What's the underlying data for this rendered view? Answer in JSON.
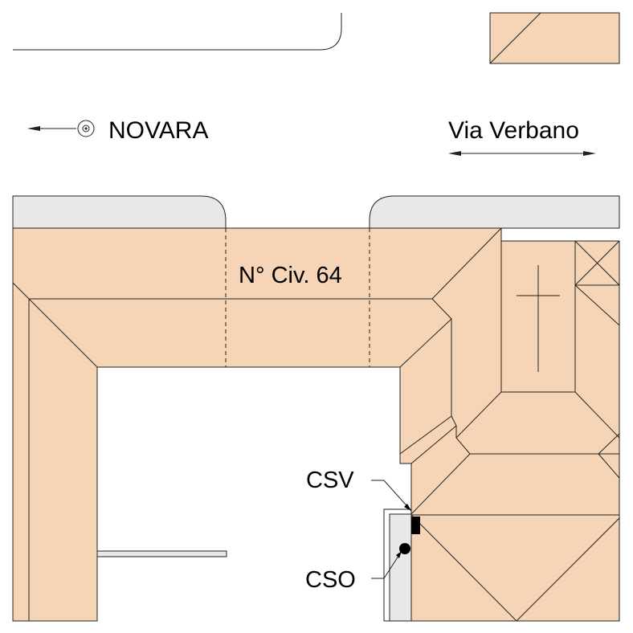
{
  "labels": {
    "direction_city": "NOVARA",
    "street": "Via Verbano",
    "civic_number": "N° Civ. 64",
    "valve_label": "CSV",
    "outlet_label": "CSO"
  },
  "colors": {
    "building_fill": "#f5d5b5",
    "sidewalk_fill": "#e8e8e8",
    "line": "#222222",
    "background": "#ffffff"
  },
  "icons": {
    "direction_arrow": "arrow-left-icon",
    "north_marker": "circle-dot-icon",
    "street_arrow": "double-arrow-icon",
    "cross": "cross-icon"
  }
}
